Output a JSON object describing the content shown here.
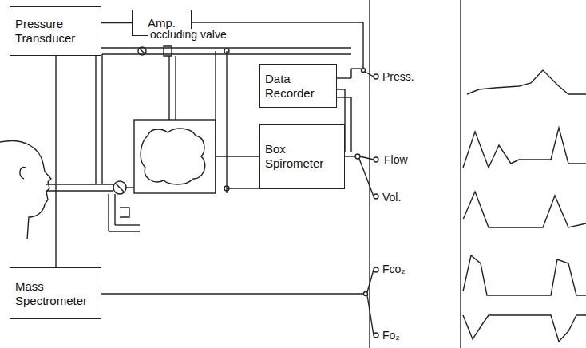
{
  "diagram": {
    "nodes": [
      {
        "text": [
          "Pressure Transducer"
        ]
      },
      {
        "text": [
          "Amp."
        ]
      },
      {
        "text": [
          "Data Recorder"
        ]
      },
      {
        "text": [
          "Box Spirometer"
        ]
      },
      {
        "text": [
          "Mass Spectrometer"
        ]
      }
    ],
    "edges": [
      {
        "from": 0,
        "to": 1,
        "arrow": "none"
      },
      {
        "from": 0,
        "to": 4,
        "arrow": "none"
      }
    ],
    "labels": [
      "occluding valve",
      "Press.",
      "Flow",
      "Vol.",
      "Fco₂",
      "Fo₂"
    ]
  }
}
